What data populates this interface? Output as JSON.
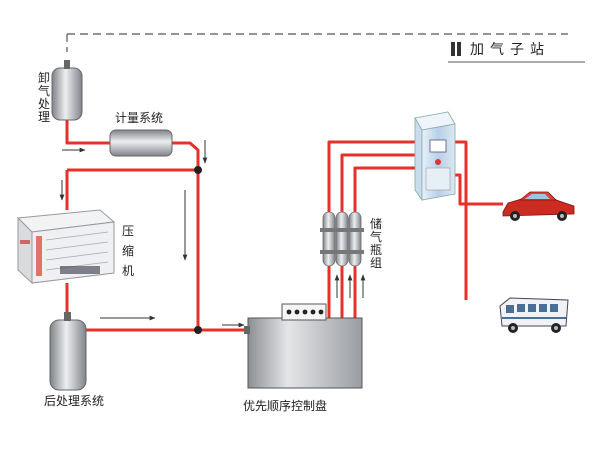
{
  "title": "加气子站",
  "labels": {
    "unload": [
      "卸",
      "气",
      "处",
      "理"
    ],
    "metering": "计量系统",
    "compressor": [
      "压",
      "缩",
      "机"
    ],
    "post_treatment": "后处理系统",
    "priority_panel": "优先顺序控制盘",
    "storage": [
      "储",
      "气",
      "瓶",
      "组"
    ]
  },
  "colors": {
    "pipe": "#e8302a",
    "arrow": "#333333",
    "tank_dark": "#8a8d92",
    "tank_light": "#e7e8ea",
    "dispenser": "#b9d3ea",
    "car": "#cc2b22"
  }
}
